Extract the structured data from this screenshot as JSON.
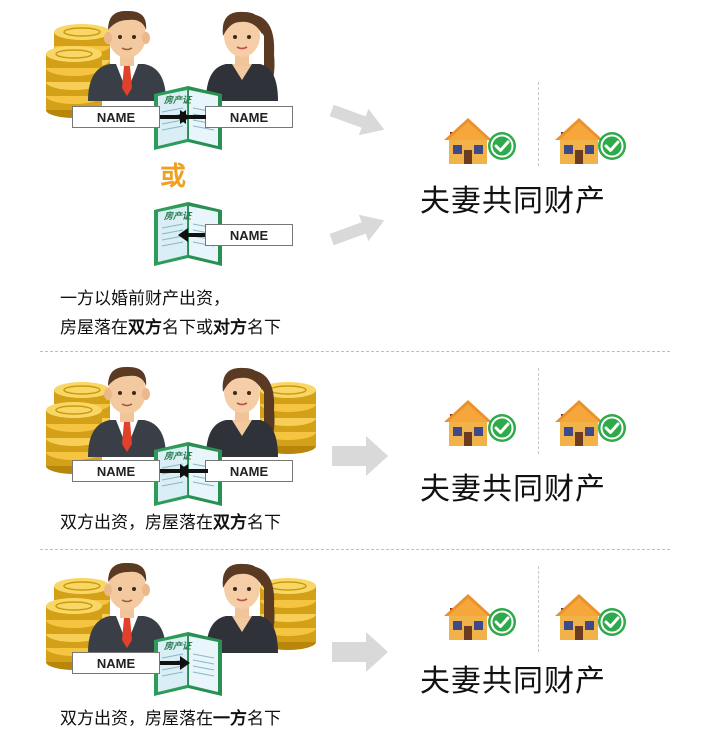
{
  "colors": {
    "accent": "#f0a020",
    "check": "#2eaa4a",
    "arrow": "#d9d9d9",
    "divider": "#9fc9d6"
  },
  "name_label": "NAME",
  "certificate_label": "房产证",
  "or_label": "或",
  "result_label": "夫妻共同财产",
  "sections": [
    {
      "caption_line1": "一方以婚前财产出资，",
      "caption_line2_pre": "房屋落在",
      "caption_line2_b1": "双方",
      "caption_line2_mid": "名下或",
      "caption_line2_b2": "对方",
      "caption_line2_post": "名下"
    },
    {
      "caption_pre": "双方出资，房屋落在",
      "caption_bold": "双方",
      "caption_post": "名下"
    },
    {
      "caption_pre": "双方出资，房屋落在",
      "caption_bold": "一方",
      "caption_post": "名下"
    }
  ],
  "icons": [
    "coin-stack-icon",
    "man-icon",
    "woman-icon",
    "certificate-book-icon",
    "house-icon",
    "checkmark-icon",
    "arrow-right-icon"
  ]
}
